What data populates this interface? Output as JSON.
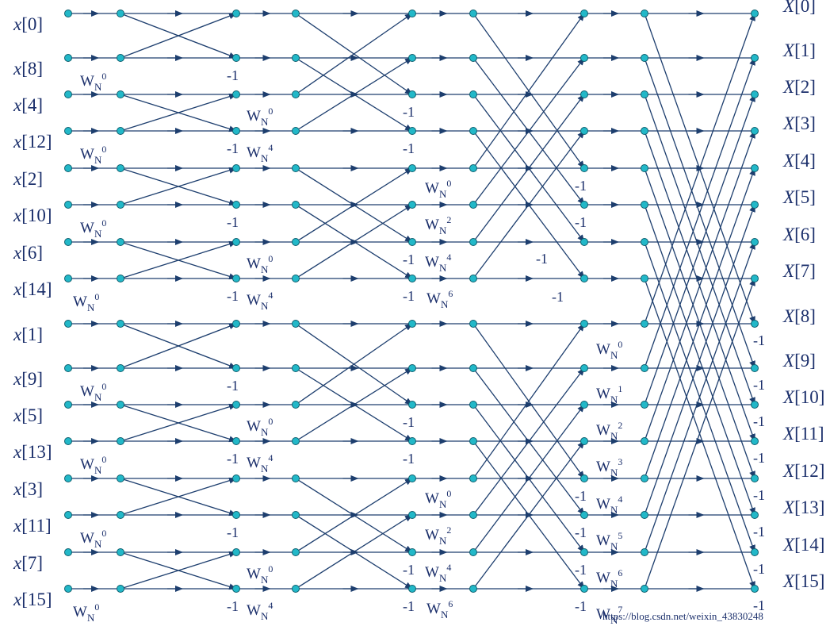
{
  "inputs": [
    "x[0]",
    "x[8]",
    "x[4]",
    "x[12]",
    "x[2]",
    "x[10]",
    "x[6]",
    "x[14]",
    "x[1]",
    "x[9]",
    "x[5]",
    "x[13]",
    "x[3]",
    "x[11]",
    "x[7]",
    "x[15]"
  ],
  "outputs": [
    "X[0]",
    "X[1]",
    "X[2]",
    "X[3]",
    "X[4]",
    "X[5]",
    "X[6]",
    "X[7]",
    "X[8]",
    "X[9]",
    "X[10]",
    "X[11]",
    "X[12]",
    "X[13]",
    "X[14]",
    "X[15]"
  ],
  "twiddle_base": "W",
  "twiddle_sub": "N",
  "twiddle_labels": [
    {
      "stage": 1,
      "row": 1,
      "exp": "0"
    },
    {
      "stage": 1,
      "row": 3,
      "exp": "0"
    },
    {
      "stage": 1,
      "row": 5,
      "exp": "0"
    },
    {
      "stage": 1,
      "row": 7,
      "exp": "0"
    },
    {
      "stage": 1,
      "row": 9,
      "exp": "0"
    },
    {
      "stage": 1,
      "row": 11,
      "exp": "0"
    },
    {
      "stage": 1,
      "row": 13,
      "exp": "0"
    },
    {
      "stage": 1,
      "row": 15,
      "exp": "0"
    },
    {
      "stage": 2,
      "row": 2,
      "exp": "0"
    },
    {
      "stage": 2,
      "row": 3,
      "exp": "4"
    },
    {
      "stage": 2,
      "row": 6,
      "exp": "0"
    },
    {
      "stage": 2,
      "row": 7,
      "exp": "4"
    },
    {
      "stage": 2,
      "row": 10,
      "exp": "0"
    },
    {
      "stage": 2,
      "row": 11,
      "exp": "4"
    },
    {
      "stage": 2,
      "row": 14,
      "exp": "0"
    },
    {
      "stage": 2,
      "row": 15,
      "exp": "4"
    },
    {
      "stage": 3,
      "row": 4,
      "exp": "0"
    },
    {
      "stage": 3,
      "row": 5,
      "exp": "2"
    },
    {
      "stage": 3,
      "row": 6,
      "exp": "4"
    },
    {
      "stage": 3,
      "row": 7,
      "exp": "6"
    },
    {
      "stage": 3,
      "row": 12,
      "exp": "0"
    },
    {
      "stage": 3,
      "row": 13,
      "exp": "2"
    },
    {
      "stage": 3,
      "row": 14,
      "exp": "4"
    },
    {
      "stage": 3,
      "row": 15,
      "exp": "6"
    },
    {
      "stage": 4,
      "row": 8,
      "exp": "0"
    },
    {
      "stage": 4,
      "row": 9,
      "exp": "1"
    },
    {
      "stage": 4,
      "row": 10,
      "exp": "2"
    },
    {
      "stage": 4,
      "row": 11,
      "exp": "3"
    },
    {
      "stage": 4,
      "row": 12,
      "exp": "4"
    },
    {
      "stage": 4,
      "row": 13,
      "exp": "5"
    },
    {
      "stage": 4,
      "row": 14,
      "exp": "6"
    },
    {
      "stage": 4,
      "row": 15,
      "exp": "7"
    }
  ],
  "negation_label": "-1",
  "watermark": "https://blog.csdn.net/weixin_43830248",
  "colors": {
    "line": "#1d3e6e",
    "node_fill": "#22b8c8",
    "node_stroke": "#0e5f6e",
    "text": "#1b2f6b",
    "watermark": "#c8c8c8"
  }
}
